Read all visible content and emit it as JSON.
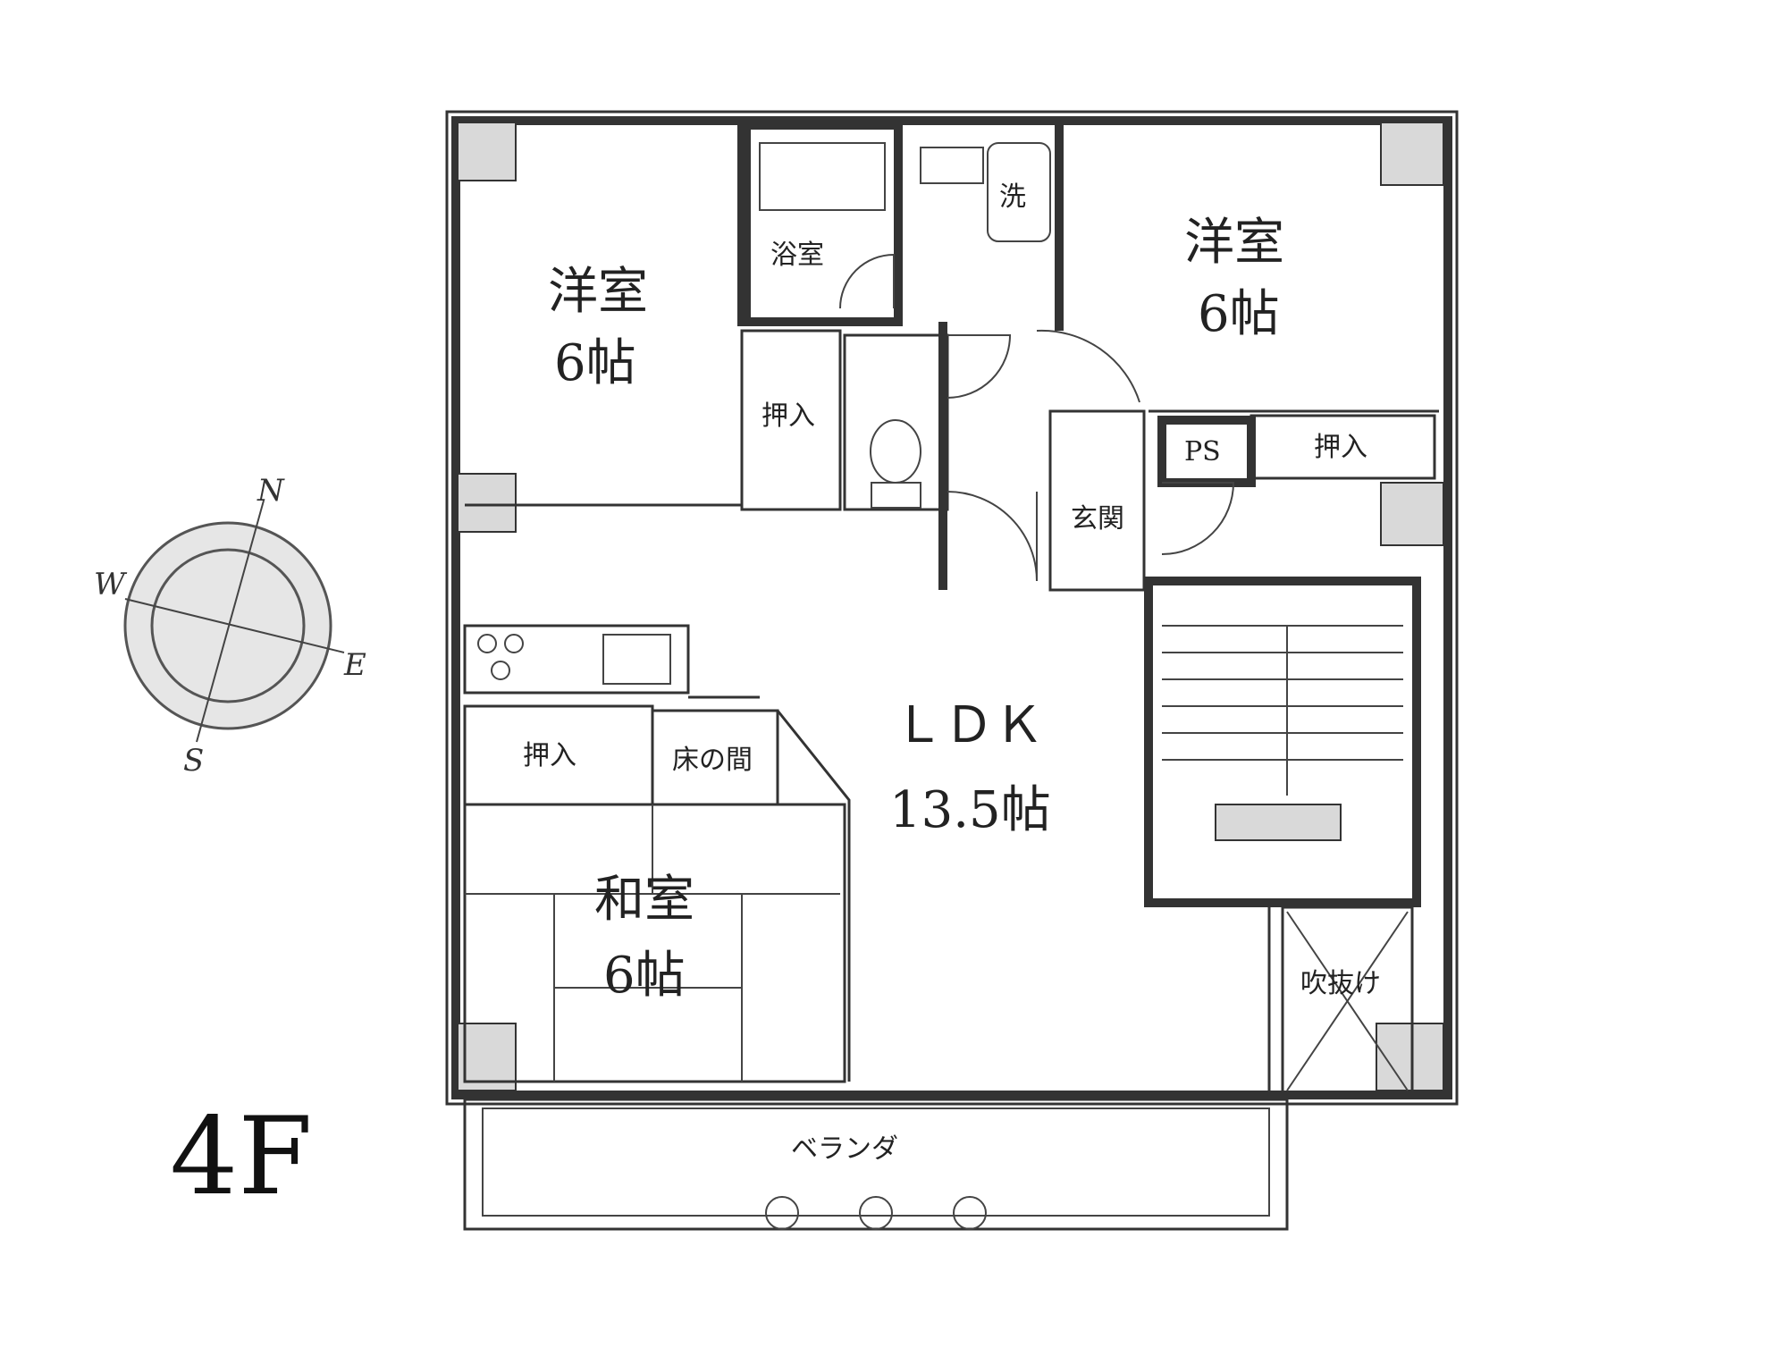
{
  "floor": "4F",
  "rooms": {
    "western_left": {
      "name": "洋室",
      "size": "6帖"
    },
    "western_right": {
      "name": "洋室",
      "size": "6帖"
    },
    "ldk": {
      "name": "ＬＤＫ",
      "size": "13.5帖"
    },
    "japanese": {
      "name": "和室",
      "size": "6帖"
    }
  },
  "labels": {
    "bath": "浴室",
    "washer": "洗",
    "closet_left": "押入",
    "closet_right": "押入",
    "closet_japanese": "押入",
    "tokonoma": "床の間",
    "ps": "PS",
    "entrance": "玄関",
    "atrium": "吹抜け",
    "veranda": "ベランダ"
  },
  "compass": {
    "n": "N",
    "s": "S",
    "e": "E",
    "w": "W"
  }
}
